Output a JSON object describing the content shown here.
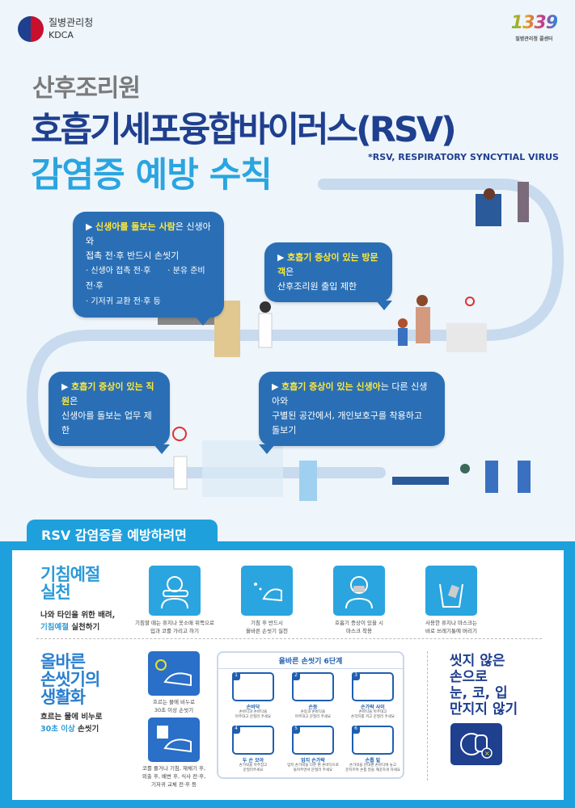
{
  "header": {
    "org_name": "질병관리청",
    "org_abbr": "KDCA",
    "hotline_number": "1339",
    "hotline_label": "질병관리청 콜센터"
  },
  "title": {
    "line1": "산후조리원",
    "line2": "호흡기세포융합바이러스(RSV)",
    "line3": "감염증 예방 수칙",
    "note": "*RSV, RESPIRATORY SYNCYTIAL VIRUS"
  },
  "bubbles": [
    {
      "highlight": "신생아를 돌보는 사람",
      "text": "은 신생아와",
      "line2": "접촉 전·후 반드시 손씻기",
      "bullets": [
        "· 신생아 접촉 전·후",
        "· 분유 준비 전·후",
        "· 기저귀 교환 전·후 등"
      ]
    },
    {
      "highlight": "호흡기 증상이 있는 방문객",
      "text": "은",
      "line2": "산후조리원 출입 제한"
    },
    {
      "highlight": "호흡기 증상이 있는 직원",
      "text": "은",
      "line2": "신생아를 돌보는 업무 제한"
    },
    {
      "highlight": "호흡기 증상이 있는 신생아",
      "text": "는 다른 신생아와",
      "line2": "구별된 공간에서, 개인보호구를 착용하고 돌보기"
    }
  ],
  "prevention": {
    "tab_label": "RSV 감염증을 예방하려면",
    "cough": {
      "heading1": "기침예절",
      "heading2": "실천",
      "sub1": "나와 타인을 위한 배려,",
      "sub_hl": "기침예절",
      "sub2": " 실천하기",
      "items": [
        {
          "icon": "cover-mouth-sleeve",
          "cap1": "기침할 때는 휴지나 옷소매 위쪽으로",
          "cap2": "입과 코를 가리고 하기"
        },
        {
          "icon": "hand-wash-after-cough",
          "cap1": "기침 후 반드시",
          "cap2": "올바른 손씻기 실천"
        },
        {
          "icon": "mask",
          "cap1": "호흡기 증상이 있을 시",
          "cap2": "마스크 착용"
        },
        {
          "icon": "trash-bin",
          "cap1": "사용한 휴지나 마스크는",
          "cap2": "바로 쓰레기통에 버리기"
        }
      ]
    },
    "handwash": {
      "heading1": "올바른",
      "heading2": "손씻기의",
      "heading3": "생활화",
      "sub1": "흐르는 물에 비누로",
      "sub_hl": "30초 이상",
      "sub2": " 손씻기",
      "items": [
        {
          "icon": "timer-30-handwash",
          "cap1": "흐르는 물에 비누로",
          "cap2": "30초 이상 손씻기",
          "cap3": ""
        },
        {
          "icon": "handwash",
          "cap1": "코를 풀거나 기침, 재채기 후,",
          "cap2": "외출 후, 배변 후, 식사 전·후,",
          "cap3": "기저귀 교체 전·후 등"
        }
      ],
      "steps_title": "올바른 손씻기 6단계",
      "steps": [
        {
          "n": "1",
          "name": "손바닥",
          "d1": "손바닥과 손바닥을",
          "d2": "마주대고 문질러 주세요"
        },
        {
          "n": "2",
          "name": "손등",
          "d1": "손등과 손바닥을",
          "d2": "마주대고 문질러 주세요"
        },
        {
          "n": "3",
          "name": "손가락 사이",
          "d1": "손바닥을 마주대고",
          "d2": "손깍지를 끼고 문질러 주세요"
        },
        {
          "n": "4",
          "name": "두 손 모아",
          "d1": "손가락을 마주잡고",
          "d2": "문질러주세요"
        },
        {
          "n": "5",
          "name": "엄지 손가락",
          "d1": "엄지 손가락을 다른 편 손바닥으로",
          "d2": "돌려주면서 문질러 주세요"
        },
        {
          "n": "6",
          "name": "손톱 밑",
          "d1": "손가락을 반대편 손바닥에 놓고",
          "d2": "문지르며 손톱 밑을 깨끗하게 하세요"
        }
      ]
    },
    "no_touch": {
      "l1": "씻지 않은",
      "l2": "손으로",
      "l3": "눈, 코, 입",
      "l4": "만지지 않기",
      "icon": "no-touch-face"
    }
  },
  "colors": {
    "navy": "#1f3f8f",
    "sky": "#2aa5e0",
    "bubble": "#2a6fb5",
    "highlight": "#ffe93a",
    "frame": "#1ea0dc"
  }
}
